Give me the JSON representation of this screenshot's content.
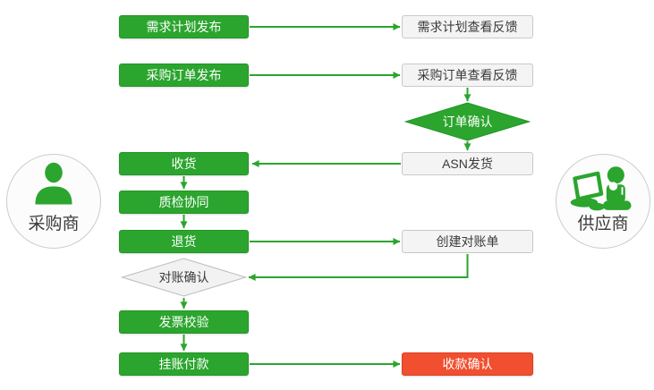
{
  "diagram": {
    "actors": {
      "buyer": {
        "label": "采购商",
        "icon": "person-icon"
      },
      "supplier": {
        "label": "供应商",
        "icon": "person-at-computer-icon"
      }
    },
    "nodes": {
      "demand_plan_publish": {
        "label": "需求计划发布",
        "type": "process",
        "color": "green"
      },
      "demand_plan_feedback": {
        "label": "需求计划查看反馈",
        "type": "process",
        "color": "gray"
      },
      "po_publish": {
        "label": "采购订单发布",
        "type": "process",
        "color": "green"
      },
      "po_feedback": {
        "label": "采购订单查看反馈",
        "type": "process",
        "color": "gray"
      },
      "order_confirm": {
        "label": "订单确认",
        "type": "decision",
        "color": "green"
      },
      "asn_ship": {
        "label": "ASN发货",
        "type": "process",
        "color": "gray"
      },
      "receive_goods": {
        "label": "收货",
        "type": "process",
        "color": "green"
      },
      "quality_collab": {
        "label": "质检协同",
        "type": "process",
        "color": "green"
      },
      "return_goods": {
        "label": "退货",
        "type": "process",
        "color": "green"
      },
      "create_statement": {
        "label": "创建对账单",
        "type": "process",
        "color": "gray"
      },
      "statement_confirm": {
        "label": "对账确认",
        "type": "decision",
        "color": "gray"
      },
      "invoice_check": {
        "label": "发票校验",
        "type": "process",
        "color": "green"
      },
      "book_payment": {
        "label": "挂账付款",
        "type": "process",
        "color": "green"
      },
      "receipt_confirm": {
        "label": "收款确认",
        "type": "process",
        "color": "red"
      }
    },
    "edges": [
      {
        "from": "demand_plan_publish",
        "to": "demand_plan_feedback",
        "direction": "right"
      },
      {
        "from": "po_publish",
        "to": "po_feedback",
        "direction": "right"
      },
      {
        "from": "po_feedback",
        "to": "order_confirm",
        "direction": "down"
      },
      {
        "from": "order_confirm",
        "to": "asn_ship",
        "direction": "down"
      },
      {
        "from": "asn_ship",
        "to": "receive_goods",
        "direction": "left"
      },
      {
        "from": "receive_goods",
        "to": "quality_collab",
        "direction": "down"
      },
      {
        "from": "quality_collab",
        "to": "return_goods",
        "direction": "down"
      },
      {
        "from": "return_goods",
        "to": "create_statement",
        "direction": "right"
      },
      {
        "from": "create_statement",
        "to": "statement_confirm",
        "direction": "down-left-elbow"
      },
      {
        "from": "statement_confirm",
        "to": "invoice_check",
        "direction": "down"
      },
      {
        "from": "invoice_check",
        "to": "book_payment",
        "direction": "down"
      },
      {
        "from": "book_payment",
        "to": "receipt_confirm",
        "direction": "right"
      }
    ],
    "colors": {
      "green": "#2ba52e",
      "red": "#f04f30",
      "box_fill": "#f4f4f4",
      "box_border": "#c9c9c9",
      "text_dark": "#3a3a3a"
    }
  }
}
